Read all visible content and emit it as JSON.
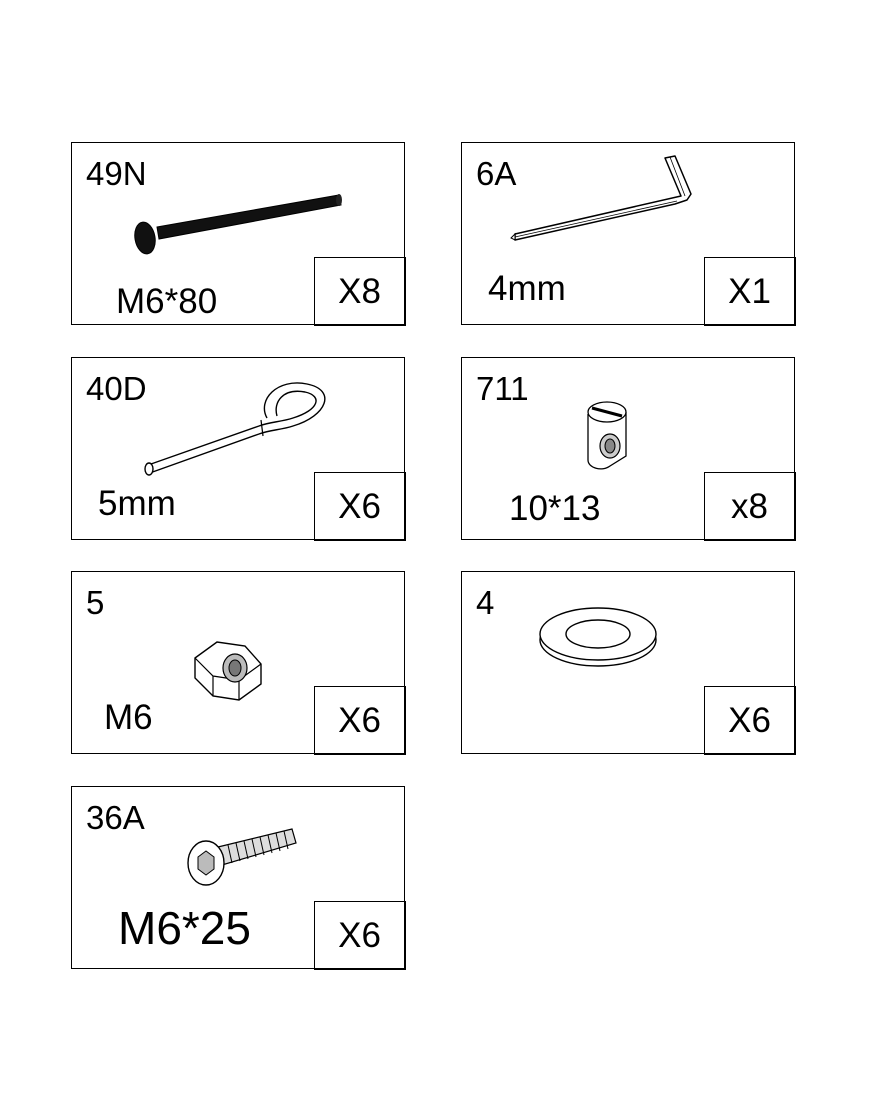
{
  "parts": [
    {
      "code": "49N",
      "size": "M6*80",
      "qty": "X8",
      "icon": "carriage-bolt-icon"
    },
    {
      "code": "6A",
      "size": "4mm",
      "qty": "X1",
      "icon": "allen-key-icon"
    },
    {
      "code": "40D",
      "size": "5mm",
      "qty": "X6",
      "icon": "hook-pin-icon"
    },
    {
      "code": "711",
      "size": "10*13",
      "qty": "x8",
      "icon": "barrel-nut-icon"
    },
    {
      "code": "5",
      "size": "M6",
      "qty": "X6",
      "icon": "hex-nut-icon"
    },
    {
      "code": "4",
      "size": "",
      "qty": "X6",
      "icon": "flat-washer-icon"
    },
    {
      "code": "36A",
      "size": "M6*25",
      "qty": "X6",
      "icon": "hex-socket-bolt-icon"
    }
  ]
}
